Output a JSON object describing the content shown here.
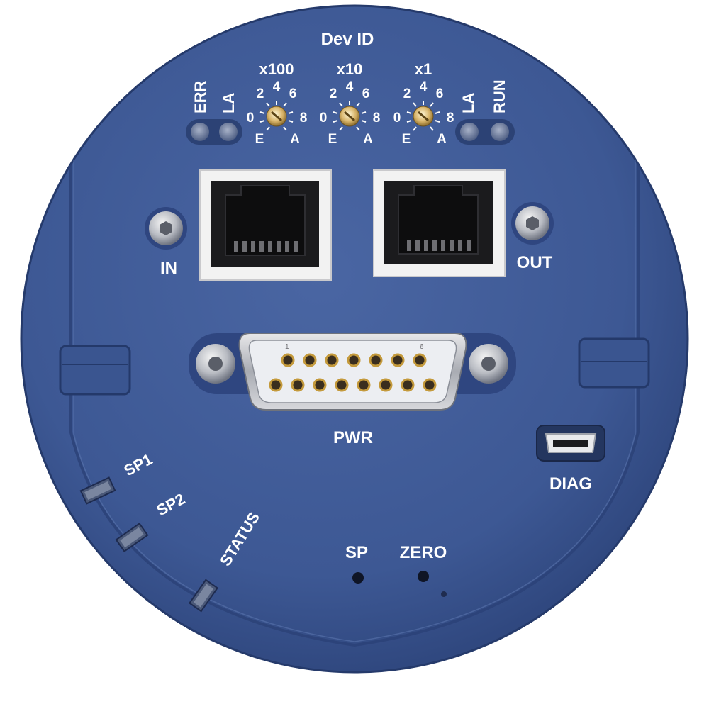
{
  "device": {
    "header_label": "Dev ID",
    "multipliers": [
      "x100",
      "x10",
      "x1"
    ],
    "dial_digits": {
      "top_left": "2",
      "top": "4",
      "top_right": "6",
      "left": "0",
      "right": "8",
      "bottom_left": "E",
      "bottom_right": "A"
    },
    "left_leds": [
      "ERR",
      "LA"
    ],
    "right_leds": [
      "LA",
      "RUN"
    ],
    "port_in_label": "IN",
    "port_out_label": "OUT",
    "power_label": "PWR",
    "power_pin_marks": [
      "1",
      "6"
    ],
    "diag_label": "DIAG",
    "status_leds": [
      "SP1",
      "SP2",
      "STATUS"
    ],
    "buttons": [
      "SP",
      "ZERO"
    ]
  },
  "colors": {
    "body_blue": "#3d5894",
    "body_dark": "#2b4278",
    "port_white": "#f2f2f2",
    "pin_gold": "#c49a3c"
  }
}
